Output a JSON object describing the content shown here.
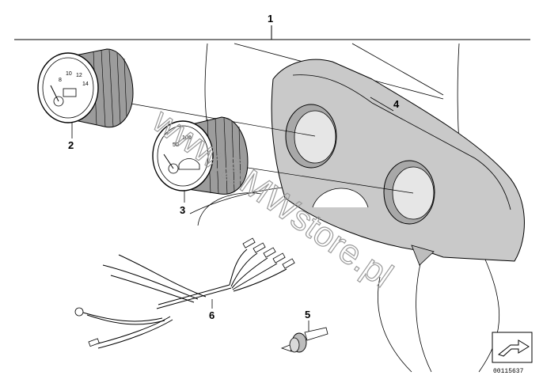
{
  "callouts": {
    "c1": "1",
    "c2": "2",
    "c3": "3",
    "c4": "4",
    "c5": "5",
    "c6": "6"
  },
  "watermark": "www.BMWstore.pl",
  "gauge_a_ticks": [
    "8",
    "10",
    "12",
    "14"
  ],
  "gauge_b_ticks": [
    "50",
    "100"
  ],
  "reference_number": "00115637"
}
